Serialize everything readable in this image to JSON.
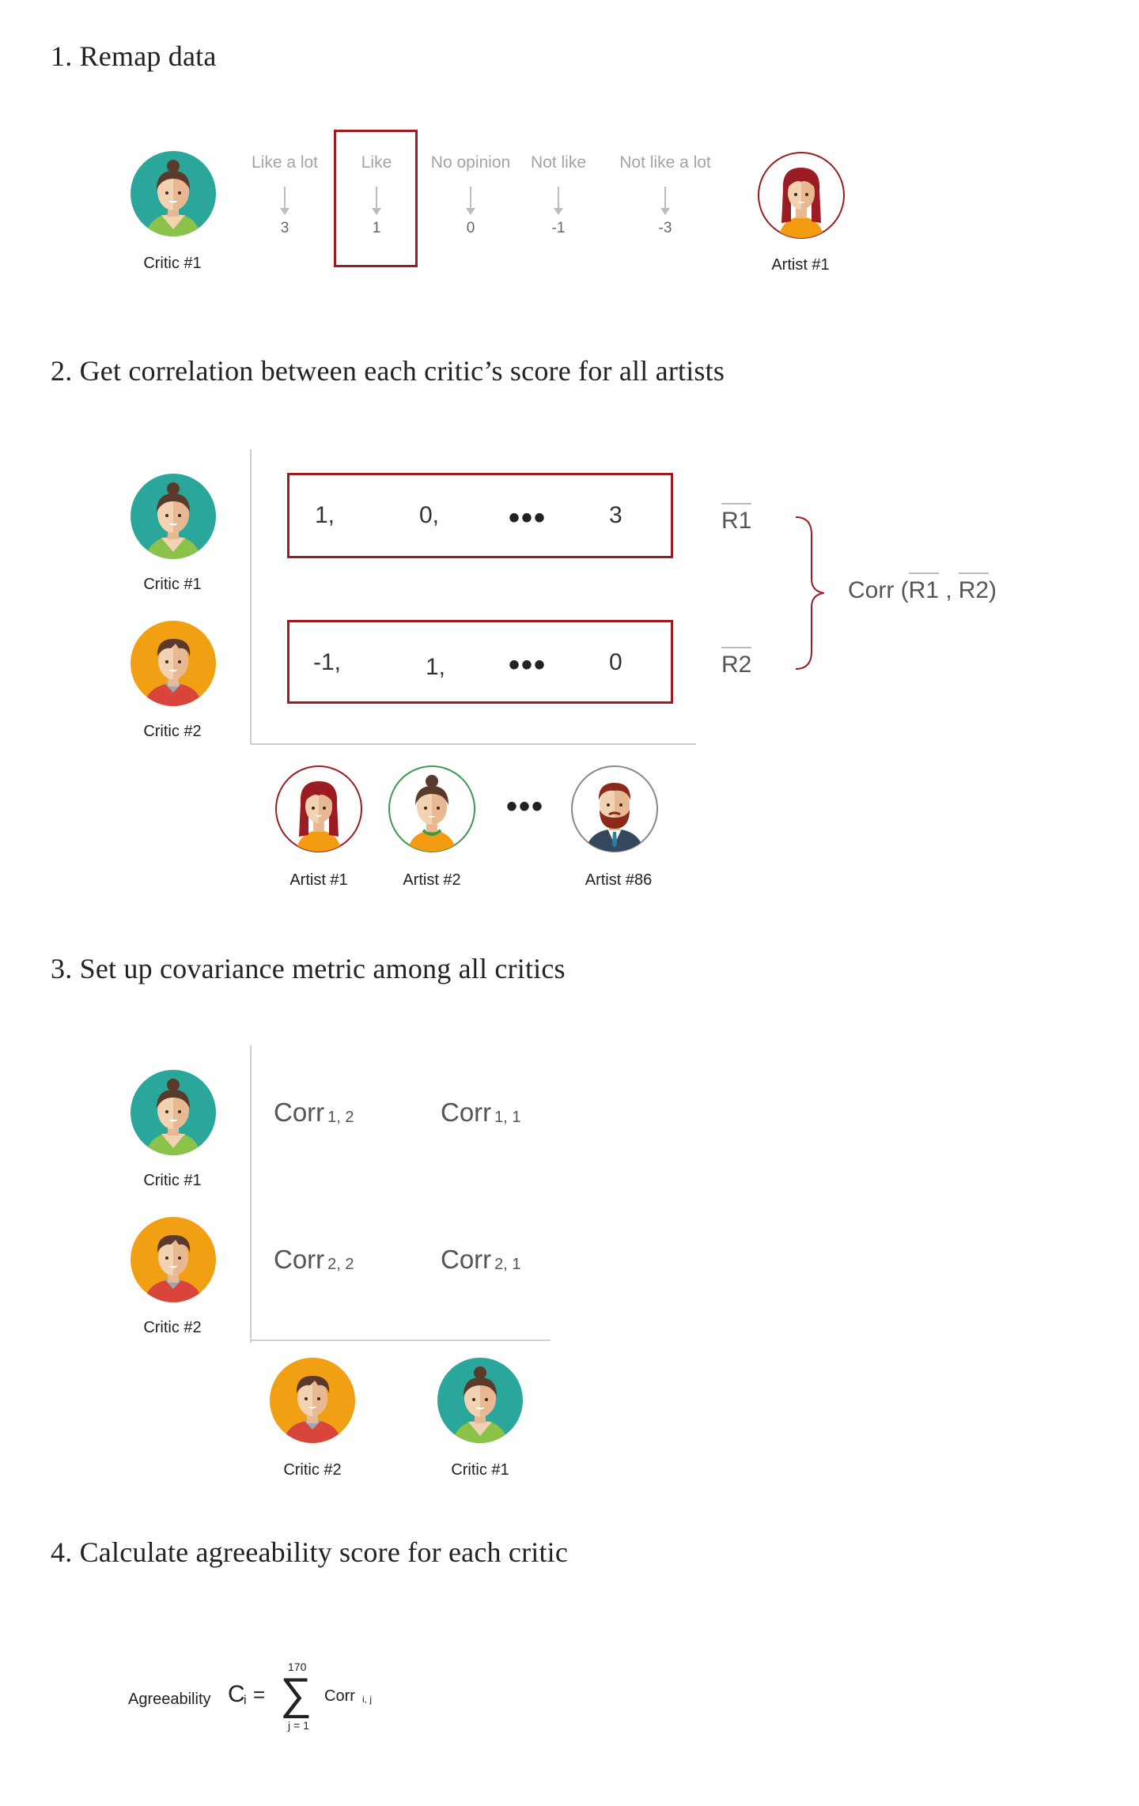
{
  "steps": {
    "s1": "1. Remap data",
    "s2": "2. Get correlation between each critic’s score for all artists",
    "s3": "3. Set up covariance metric among all critics",
    "s4": "4. Calculate agreeability score for each critic"
  },
  "remap": {
    "critic_label": "Critic #1",
    "artist_label": "Artist #1",
    "options": [
      {
        "label": "Like a lot",
        "value": "3"
      },
      {
        "label": "Like",
        "value": "1"
      },
      {
        "label": "No opinion",
        "value": "0"
      },
      {
        "label": "Not like",
        "value": "-1"
      },
      {
        "label": "Not like a lot",
        "value": "-3"
      }
    ]
  },
  "correlation": {
    "critic1_label": "Critic #1",
    "critic2_label": "Critic #2",
    "row1": [
      "1,",
      "0,",
      "•••",
      "3"
    ],
    "row2": [
      "-1,",
      "1,",
      "•••",
      "0"
    ],
    "r1": "R1",
    "r2": "R2",
    "corr_prefix": "Corr (",
    "corr_r1": "R1",
    "corr_sep": " ,",
    "corr_r2": "R2",
    "corr_suffix": ")",
    "artists": [
      "Artist #1",
      "Artist #2",
      "Artist #86"
    ],
    "ellipsis": "•••"
  },
  "covariance": {
    "critic1_label": "Critic #1",
    "critic2_label": "Critic #2",
    "cells": [
      {
        "base": "Corr",
        "sub": "1, 2"
      },
      {
        "base": "Corr",
        "sub": "1, 1"
      },
      {
        "base": "Corr",
        "sub": "2, 2"
      },
      {
        "base": "Corr",
        "sub": "2, 1"
      }
    ],
    "bottom_labels": [
      "Critic #2",
      "Critic #1"
    ]
  },
  "formula": {
    "label": "Agreeability",
    "C": "C",
    "i": "i",
    "equals": "=",
    "sigma": "∑",
    "upper": "170",
    "lower": "j = 1",
    "corr": "Corr",
    "corr_sub": "i, j"
  },
  "colors": {
    "accent_red": "#9b1c22",
    "critic1_bg": "#2aa79a",
    "critic2_bg": "#f0a012",
    "text": "#222222",
    "muted": "#a3a3a3"
  }
}
